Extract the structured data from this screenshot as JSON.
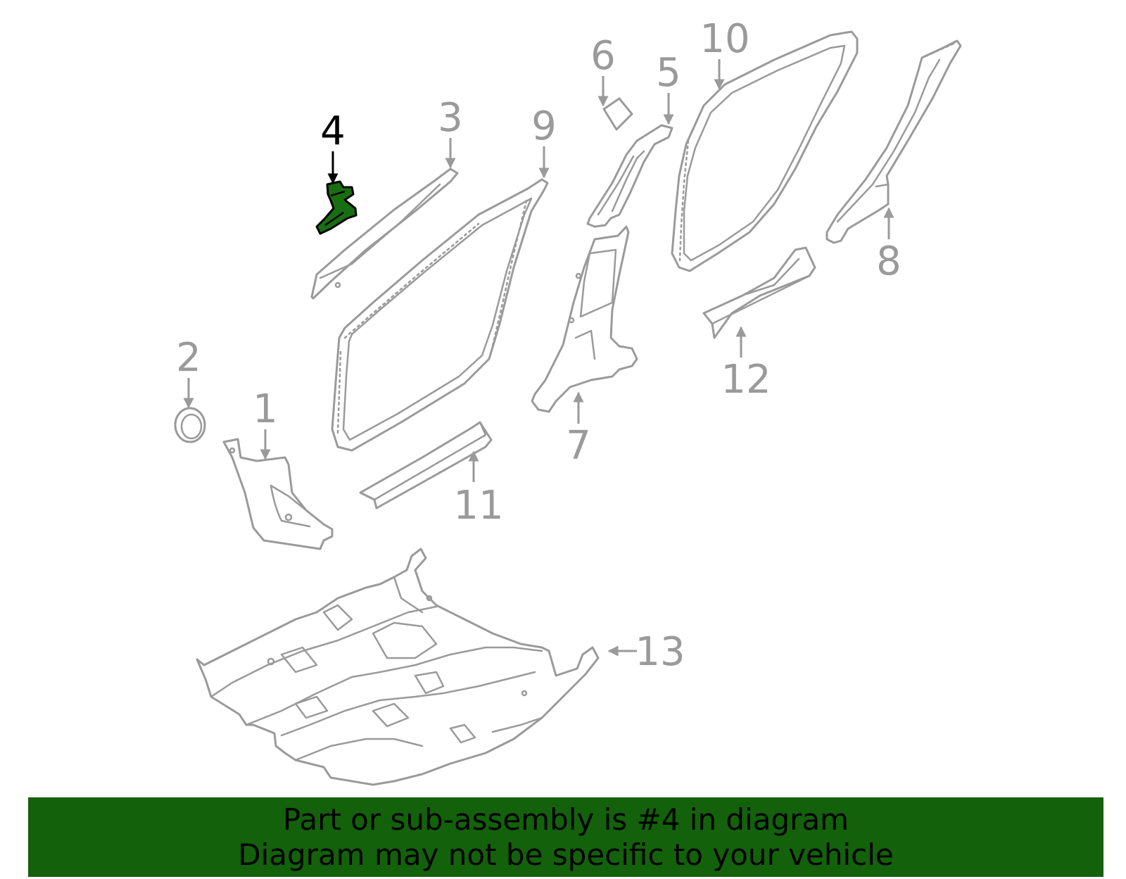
{
  "diagram": {
    "callouts": [
      "1",
      "2",
      "3",
      "4",
      "5",
      "6",
      "7",
      "8",
      "9",
      "10",
      "11",
      "12",
      "13"
    ],
    "highlighted_callout": "4",
    "colors": {
      "line": "#9a9a9a",
      "highlight_fill": "#1a6e12",
      "highlight_outline": "#000000",
      "banner_background": "#13610b",
      "banner_text": "#000000"
    }
  },
  "banner": {
    "line1": "Part or sub-assembly is #4 in diagram",
    "line2": "Diagram may not be specific to your vehicle"
  }
}
